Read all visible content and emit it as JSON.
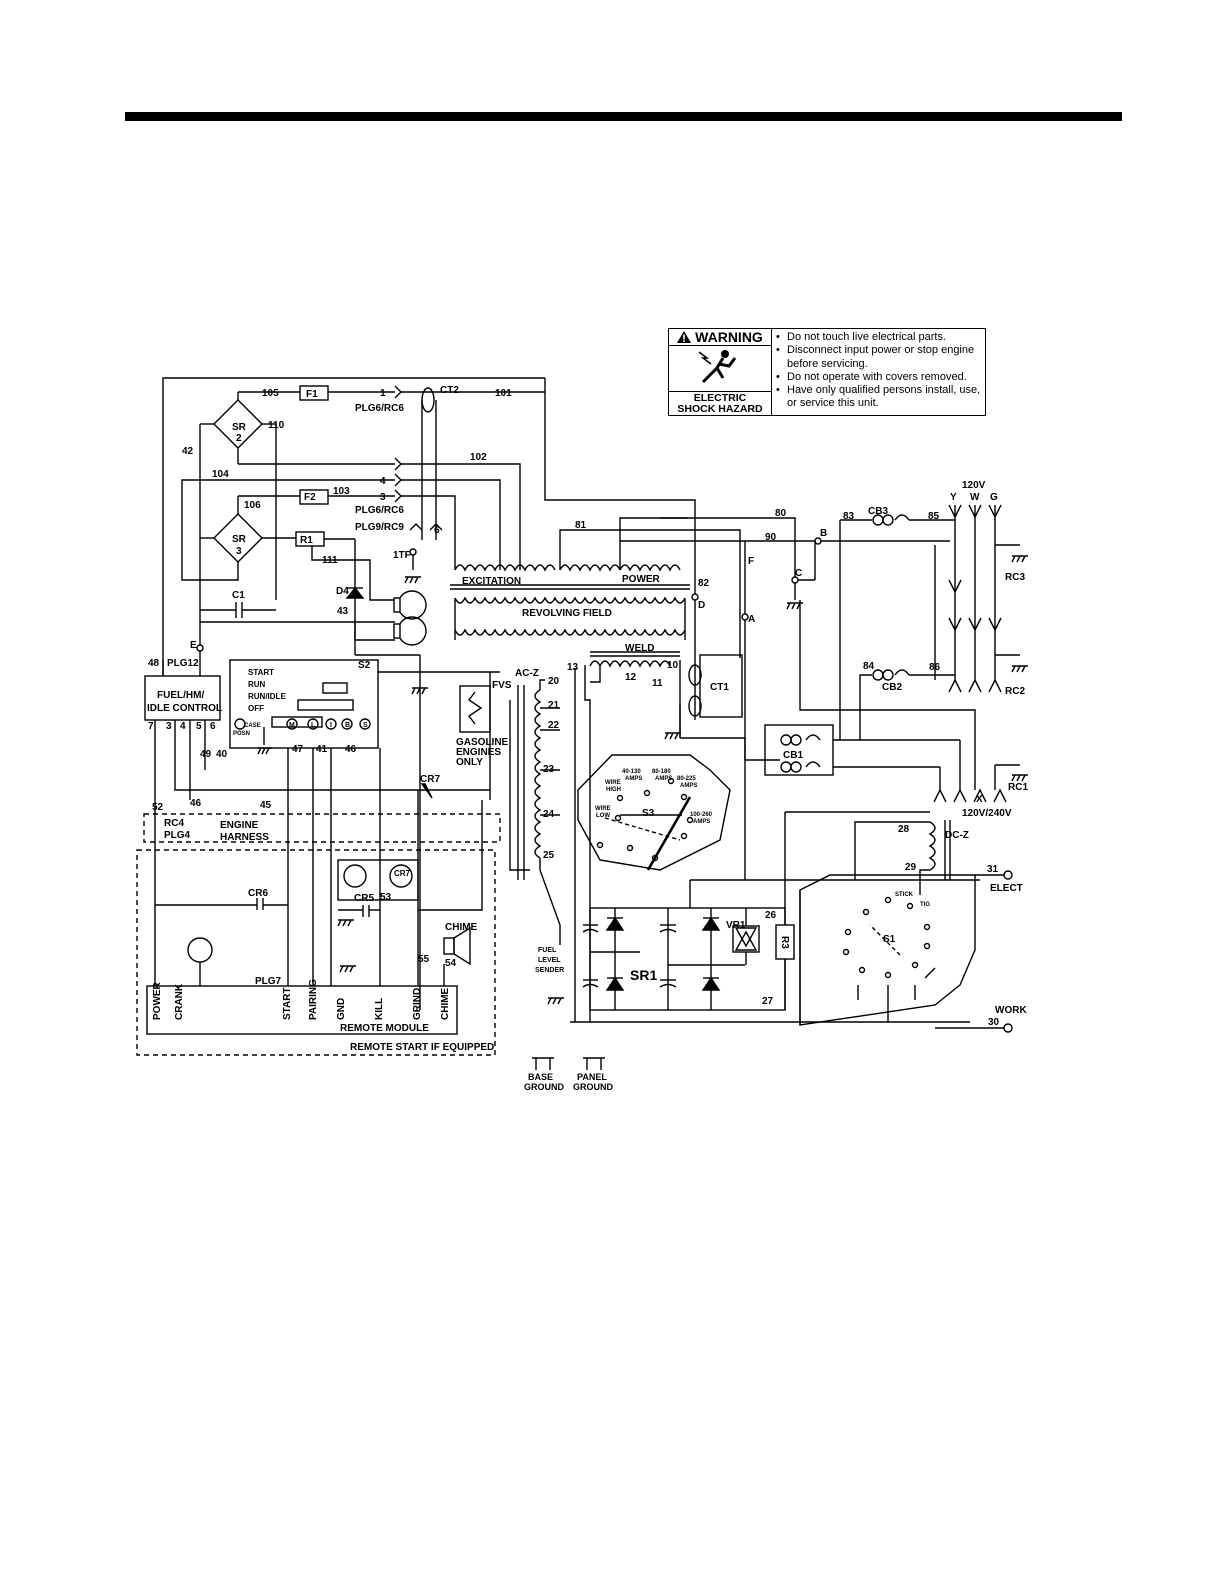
{
  "warning": {
    "title": "WARNING",
    "hazard_line1": "ELECTRIC",
    "hazard_line2": "SHOCK HAZARD",
    "items": [
      "Do not touch live electrical parts.",
      "Disconnect input power or stop engine before servicing.",
      "Do not operate with covers removed.",
      "Have only qualified persons install, use, or service this unit."
    ],
    "icons": [
      "warning-triangle-icon",
      "electric-shock-icon"
    ]
  },
  "labels": [
    "105",
    "F1",
    "1",
    "PLG6/RC6",
    "CT2",
    "101",
    "SR",
    "2",
    "110",
    "42",
    "104",
    "102",
    "4",
    "3",
    "F2",
    "103",
    "106",
    "SR",
    "3",
    "PLG6/RC6",
    "PLG9/RC9",
    "1TF",
    "6",
    "R1",
    "111",
    "D4",
    "C1",
    "43",
    "E",
    "48",
    "PLG12",
    "FUEL/HM/",
    "IDLE CONTROL",
    "7",
    "3",
    "4",
    "5",
    "6",
    "52",
    "46",
    "49",
    "40",
    "S2",
    "START",
    "RUN",
    "RUN/IDLE",
    "OFF",
    "POSN",
    "CASE",
    "M",
    "L",
    "I",
    "B",
    "S",
    "47",
    "41",
    "46",
    "45",
    "FVS",
    "GASOLINE",
    "ENGINES",
    "ONLY",
    "EXCITATION",
    "POWER",
    "REVOLVING FIELD",
    "WELD",
    "13",
    "10",
    "12",
    "11",
    "CT1",
    "AC-Z",
    "20",
    "21",
    "22",
    "23",
    "24",
    "25",
    "CR7",
    "RC4",
    "PLG4",
    "ENGINE",
    "HARNESS",
    "CR6",
    "CR5",
    "CR7",
    "CHIME",
    "POWER",
    "CRANK",
    "START",
    "PAIRING",
    "GND",
    "KILL",
    "GRIND",
    "CHIME",
    "PLG7",
    "REMOTE MODULE",
    "REMOTE START IF EQUIPPED",
    "55",
    "53",
    "54",
    "FUEL",
    "LEVEL",
    "SENDER",
    "S3",
    "40-130",
    "AMPS",
    "80-180",
    "AMPS",
    "80-225",
    "AMPS",
    "100-260",
    "AMPS",
    "WIRE",
    "HIGH",
    "WIRE",
    "LOW",
    "VR1",
    "R3",
    "SR1",
    "26",
    "27",
    "DC-Z",
    "28",
    "29",
    "31",
    "ELECT",
    "30",
    "WORK",
    "S1",
    "STICK",
    "TIG",
    "BASE",
    "GROUND",
    "PANEL",
    "GROUND",
    "80",
    "81",
    "90",
    "82",
    "D",
    "F",
    "A",
    "B",
    "C",
    "83",
    "CB3",
    "85",
    "120V",
    "Y",
    "W",
    "G",
    "RC3",
    "84",
    "CB2",
    "86",
    "RC2",
    "CB1",
    "X",
    "RC1",
    "120V/240V"
  ]
}
